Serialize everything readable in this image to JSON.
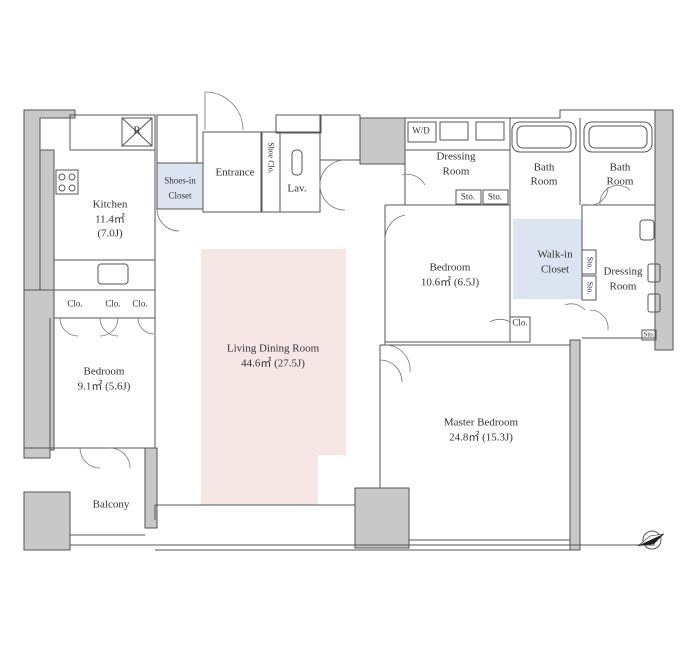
{
  "colors": {
    "wall": "#c8c8c8",
    "line": "#555555",
    "living_highlight": "#f6e6e6",
    "closet_highlight": "#dbe4f0"
  },
  "rooms": {
    "kitchen": {
      "name": "Kitchen",
      "area": "11.4㎡",
      "tatami": "(7.0J)"
    },
    "refrigerator": "R",
    "shoes_in_closet": {
      "line1": "Shoes-in",
      "line2": "Closet"
    },
    "entrance": "Entrance",
    "shoe_closet": "Shoe Clo.",
    "lav": "Lav.",
    "wd": "W/D",
    "dressing_room_1": {
      "line1": "Dressing",
      "line2": "Room"
    },
    "bath_room_1": {
      "line1": "Bath",
      "line2": "Room"
    },
    "bath_room_2": {
      "line1": "Bath",
      "line2": "Room"
    },
    "sto_1": "Sto.",
    "sto_2": "Sto.",
    "sto_3": "Sto.",
    "sto_4": "Sto.",
    "sto_5": "Sto.",
    "bedroom_2": {
      "name": "Bedroom",
      "size": "10.6㎡ (6.5J)"
    },
    "walk_in_closet": {
      "line1": "Walk-in",
      "line2": "Closet"
    },
    "dressing_room_2": {
      "line1": "Dressing",
      "line2": "Room"
    },
    "clo_small": "Clo.",
    "clo_1": "Clo.",
    "clo_2": "Clo.",
    "clo_3": "Clo.",
    "bedroom_1": {
      "name": "Bedroom",
      "size": "9.1㎡ (5.6J)"
    },
    "living": {
      "name": "Living Dining Room",
      "size": "44.6㎡ (27.5J)"
    },
    "master": {
      "name": "Master Bedroom",
      "size": "24.8㎡ (15.3J)"
    },
    "balcony": "Balcony"
  },
  "compass": "north-arrow-icon"
}
